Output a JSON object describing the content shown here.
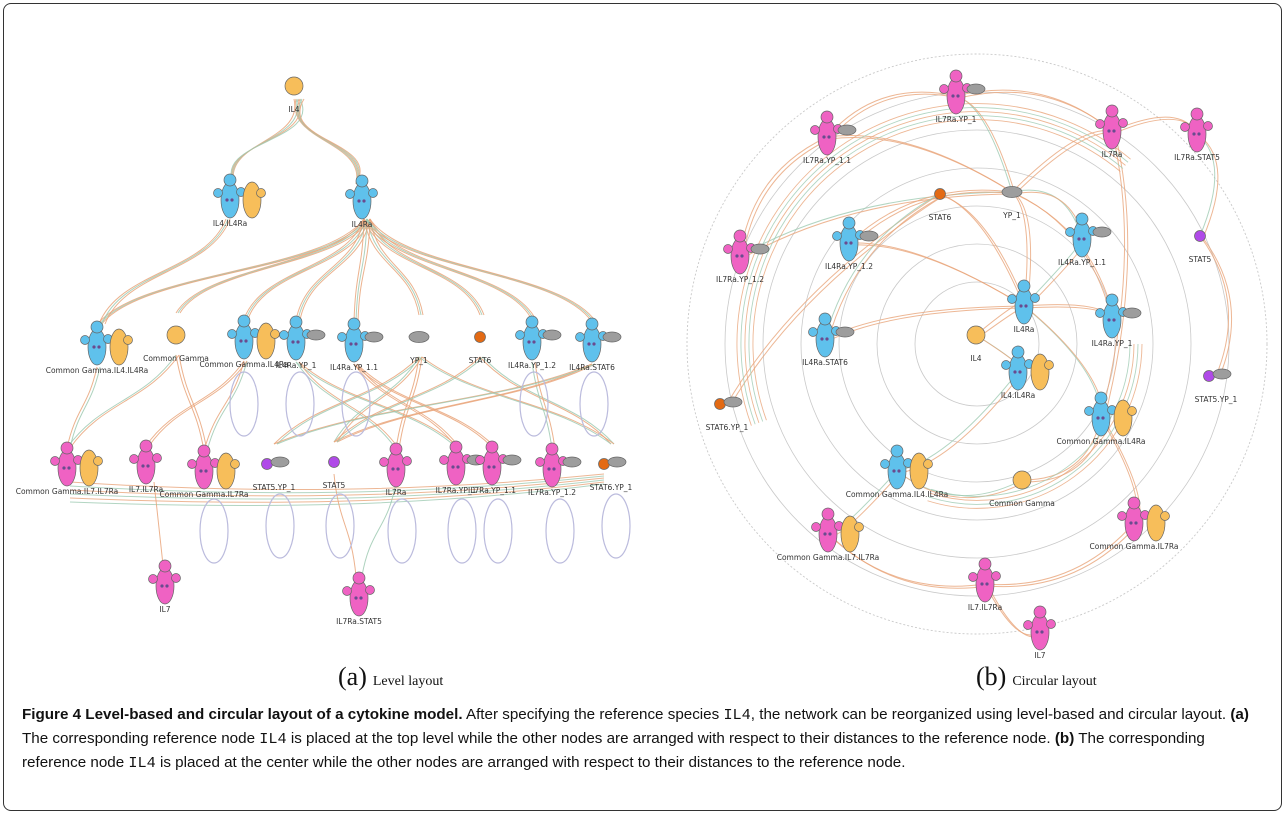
{
  "figure": {
    "panels": [
      {
        "letter": "(a)",
        "label": "Level layout"
      },
      {
        "letter": "(b)",
        "label": "Circular layout"
      }
    ],
    "caption": {
      "title": "Figure 4 Level-based and circular layout of a cytokine model.",
      "text1": " After specifying the reference species ",
      "code1": "IL4",
      "text2": ", the network can be reorganized using level-based and circular layout. ",
      "a_tag": "(a)",
      "text3": " The corresponding reference node ",
      "code2": "IL4",
      "text4": " is placed at the top level while the other nodes are arranged with respect to their distances to the reference node. ",
      "b_tag": "(b)",
      "text5": " The corresponding reference node ",
      "code3": "IL4",
      "text6": " is placed at the center while the other nodes are arranged with respect to their distances to the reference node."
    }
  },
  "level_layout": {
    "nodes": [
      {
        "name": "IL4",
        "kind": "orange"
      },
      {
        "name": "IL4.IL4Ra",
        "kind": "blue-orange"
      },
      {
        "name": "IL4Ra",
        "kind": "blue"
      },
      {
        "name": "Common Gamma.IL4.IL4Ra",
        "kind": "blue-orange"
      },
      {
        "name": "Common Gamma",
        "kind": "orange"
      },
      {
        "name": "Common Gamma.IL4Ra",
        "kind": "blue-orange"
      },
      {
        "name": "IL4Ra.YP_1",
        "kind": "blue-grey"
      },
      {
        "name": "IL4Ra.YP_1.1",
        "kind": "blue-grey"
      },
      {
        "name": "YP_1",
        "kind": "grey"
      },
      {
        "name": "STAT6",
        "kind": "dark-orange"
      },
      {
        "name": "IL4Ra.YP_1.2",
        "kind": "blue-grey"
      },
      {
        "name": "IL4Ra.STAT6",
        "kind": "blue-grey"
      },
      {
        "name": "Common Gamma.IL7.IL7Ra",
        "kind": "pink-orange"
      },
      {
        "name": "IL7.IL7Ra",
        "kind": "pink"
      },
      {
        "name": "Common Gamma.IL7Ra",
        "kind": "pink-orange"
      },
      {
        "name": "STAT5.YP_1",
        "kind": "purple-grey"
      },
      {
        "name": "STAT5",
        "kind": "purple"
      },
      {
        "name": "IL7Ra",
        "kind": "pink"
      },
      {
        "name": "IL7Ra.YP_1",
        "kind": "pink-grey"
      },
      {
        "name": "IL7Ra.YP_1.1",
        "kind": "pink-grey"
      },
      {
        "name": "IL7Ra.YP_1.2",
        "kind": "pink-grey"
      },
      {
        "name": "STAT6.YP_1",
        "kind": "dark-orange-grey"
      },
      {
        "name": "IL7",
        "kind": "pink"
      },
      {
        "name": "IL7Ra.STAT5",
        "kind": "pink"
      }
    ]
  },
  "circular_layout": {
    "nodes": [
      {
        "name": "IL7Ra.YP_1",
        "kind": "pink-grey"
      },
      {
        "name": "IL7Ra.YP_1.1",
        "kind": "pink-grey"
      },
      {
        "name": "IL7Ra",
        "kind": "pink"
      },
      {
        "name": "IL7Ra.STAT5",
        "kind": "pink"
      },
      {
        "name": "STAT6",
        "kind": "dark-orange"
      },
      {
        "name": "YP_1",
        "kind": "grey"
      },
      {
        "name": "STAT5",
        "kind": "purple"
      },
      {
        "name": "IL7Ra.YP_1.2",
        "kind": "pink-grey"
      },
      {
        "name": "IL4Ra.YP_1.2",
        "kind": "blue-grey"
      },
      {
        "name": "IL4Ra.YP_1.1",
        "kind": "blue-grey"
      },
      {
        "name": "IL4Ra",
        "kind": "blue"
      },
      {
        "name": "IL4Ra.YP_1",
        "kind": "blue-grey"
      },
      {
        "name": "IL4",
        "kind": "orange"
      },
      {
        "name": "IL4Ra.STAT6",
        "kind": "blue-grey"
      },
      {
        "name": "IL4.IL4Ra",
        "kind": "blue-orange"
      },
      {
        "name": "STAT5.YP_1",
        "kind": "purple-grey"
      },
      {
        "name": "STAT6.YP_1",
        "kind": "dark-orange-grey"
      },
      {
        "name": "Common Gamma.IL4Ra",
        "kind": "blue-orange"
      },
      {
        "name": "Common Gamma.IL4.IL4Ra",
        "kind": "blue-orange"
      },
      {
        "name": "Common Gamma",
        "kind": "orange"
      },
      {
        "name": "Common Gamma.IL7.IL7Ra",
        "kind": "pink-orange"
      },
      {
        "name": "Common Gamma.IL7Ra",
        "kind": "pink-orange"
      },
      {
        "name": "IL7.IL7Ra",
        "kind": "pink"
      },
      {
        "name": "IL7",
        "kind": "pink"
      }
    ]
  },
  "colors": {
    "blue": "#5fc1ec",
    "orange": "#f7be5a",
    "pink": "#ef62c3",
    "grey": "#9d9d9d",
    "purple": "#b04ae8",
    "dark_orange": "#e36a14",
    "edge_orange": "#e9a57a",
    "edge_green": "#9fcab3",
    "edge_lilac": "#bbbbdd",
    "ring": "#c9c9c9"
  }
}
